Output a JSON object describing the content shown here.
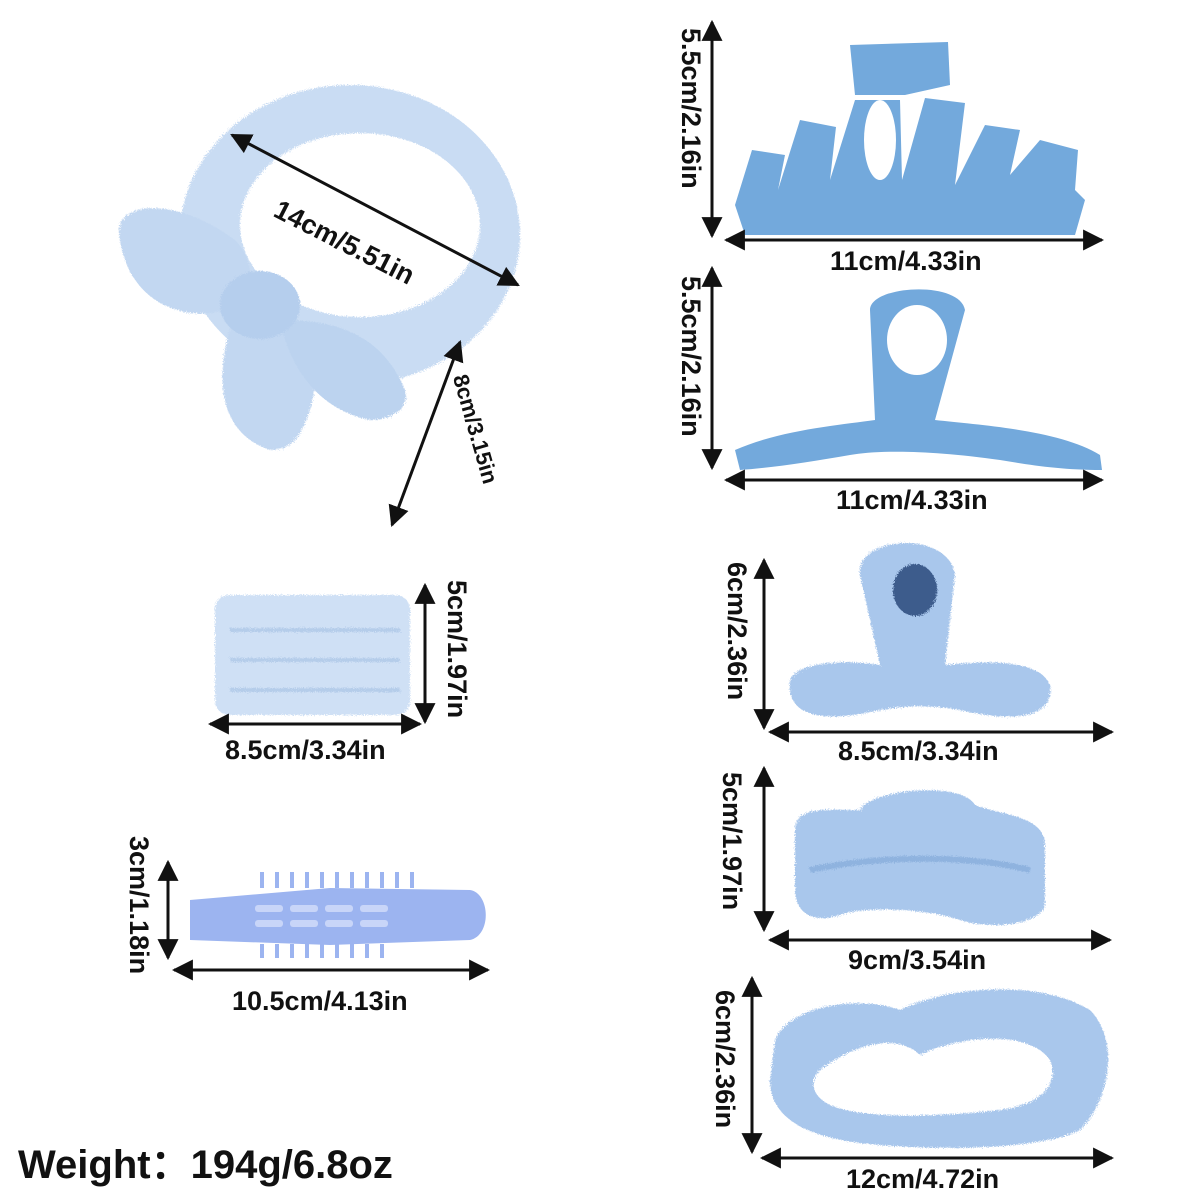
{
  "colors": {
    "plush_light": "#c9dcf3",
    "plush_mid": "#a9c7ec",
    "plush_dark": "#8fb3df",
    "claw_blue": "#73a9dc",
    "clip_blue": "#9cb4f0",
    "line": "#111111",
    "background": "#ffffff"
  },
  "items": [
    {
      "name": "spa headband with bow",
      "icon": "bow-headband-icon",
      "dims": [
        "14cm/5.51in",
        "8cm/3.15in"
      ]
    },
    {
      "name": "large claw clip",
      "icon": "claw-clip-icon",
      "dims": [
        "5.5cm/2.16in",
        "11cm/4.33in"
      ]
    },
    {
      "name": "loop claw clip",
      "icon": "loop-claw-clip-icon",
      "dims": [
        "5.5cm/2.16in",
        "11cm/4.33in"
      ]
    },
    {
      "name": "wristband",
      "icon": "wristband-icon",
      "dims": [
        "5cm/1.97in",
        "8.5cm/3.34in"
      ]
    },
    {
      "name": "fuzzy loop claw clip",
      "icon": "fuzzy-loop-clip-icon",
      "dims": [
        "6cm/2.36in",
        "8.5cm/3.34in"
      ]
    },
    {
      "name": "fuzzy rectangle claw clip",
      "icon": "fuzzy-rect-clip-icon",
      "dims": [
        "5cm/1.97in",
        "9cm/3.54in"
      ]
    },
    {
      "name": "volumizing root clip",
      "icon": "root-clip-icon",
      "dims": [
        "3cm/1.18in",
        "10.5cm/4.13in"
      ]
    },
    {
      "name": "fuzzy large claw clip",
      "icon": "fuzzy-large-clip-icon",
      "dims": [
        "6cm/2.36in",
        "12cm/4.72in"
      ]
    }
  ],
  "weight": "Weight：194g/6.8oz"
}
